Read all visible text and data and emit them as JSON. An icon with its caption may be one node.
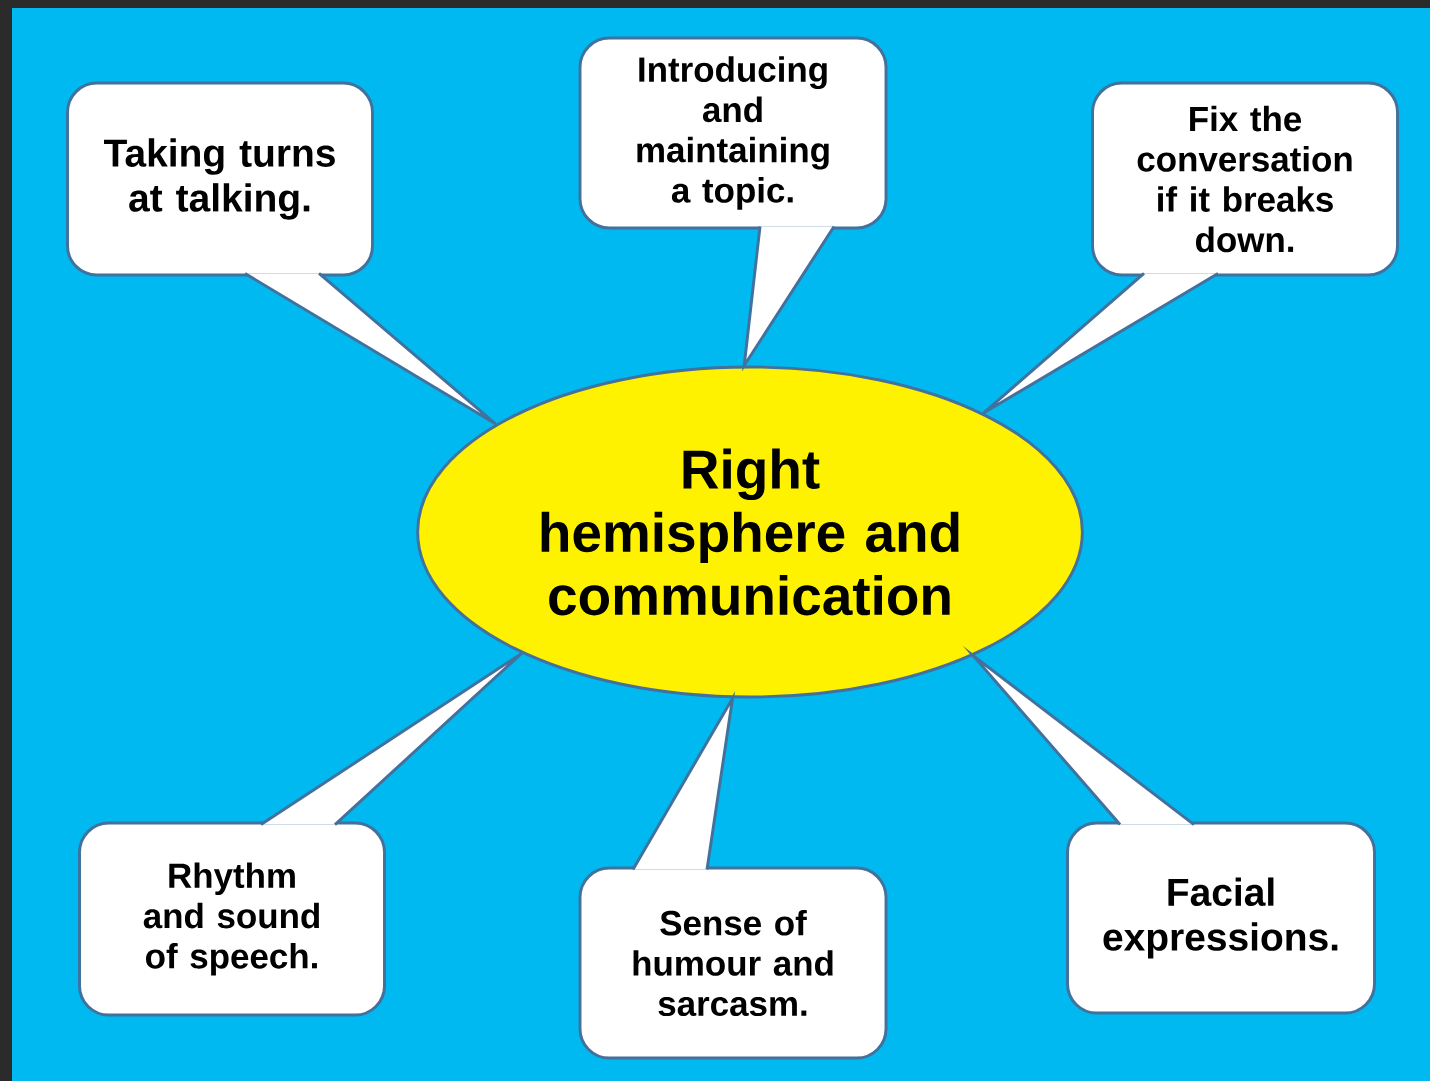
{
  "diagram": {
    "nodes": [
      {
        "text": [
          "Right hemisphere and communication"
        ]
      },
      {
        "text": [
          "Taking turns at talking."
        ]
      },
      {
        "text": [
          "Introducing and maintaining a topic."
        ]
      },
      {
        "text": [
          "Fix the conversation if it breaks down."
        ]
      },
      {
        "text": [
          "Rhythm and sound of speech."
        ]
      },
      {
        "text": [
          "Sense of humour and sarcasm."
        ]
      },
      {
        "text": [
          "Facial expressions."
        ]
      }
    ]
  }
}
